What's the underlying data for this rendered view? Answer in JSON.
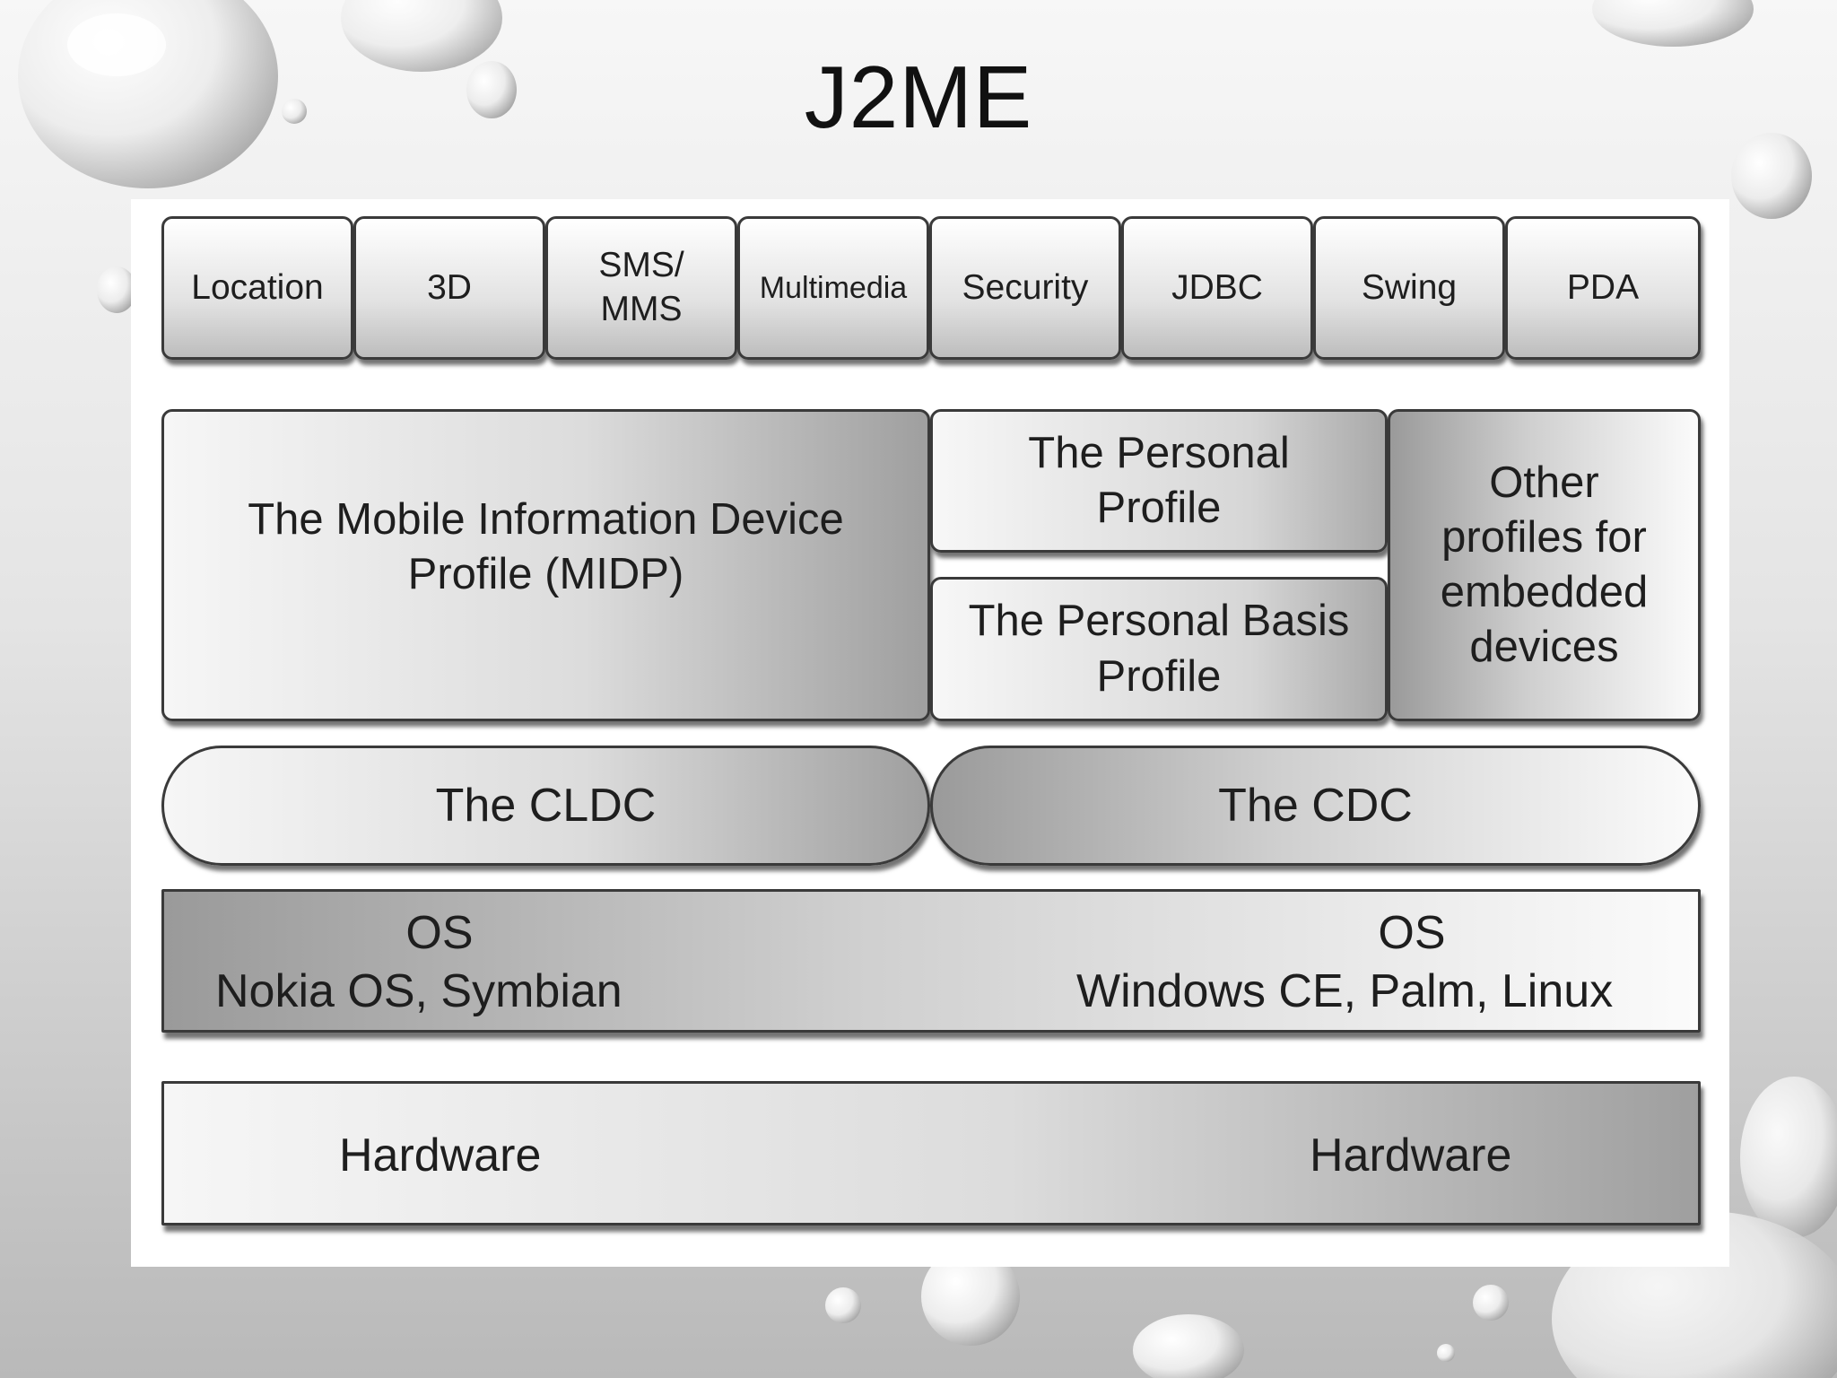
{
  "title": "J2ME",
  "optional_apis": [
    "Location",
    "3D",
    "SMS/\nMMS",
    "Multimedia",
    "Security",
    "JDBC",
    "Swing",
    "PDA"
  ],
  "profiles": {
    "midp": "The Mobile Information Device\nProfile (MIDP)",
    "personal": "The Personal\nProfile",
    "personal_basis": "The Personal Basis\nProfile",
    "other": "Other\nprofiles for\nembedded\ndevices"
  },
  "configurations": {
    "cldc": "The CLDC",
    "cdc": "The CDC"
  },
  "os": {
    "left_heading": "OS",
    "left_detail": "Nokia OS, Symbian",
    "right_heading": "OS",
    "right_detail": "Windows CE, Palm, Linux"
  },
  "hardware": {
    "left": "Hardware",
    "right": "Hardware"
  },
  "colors": {
    "border": "#3a3a3a",
    "text": "#1e1e1e",
    "panel": "#ffffff"
  }
}
